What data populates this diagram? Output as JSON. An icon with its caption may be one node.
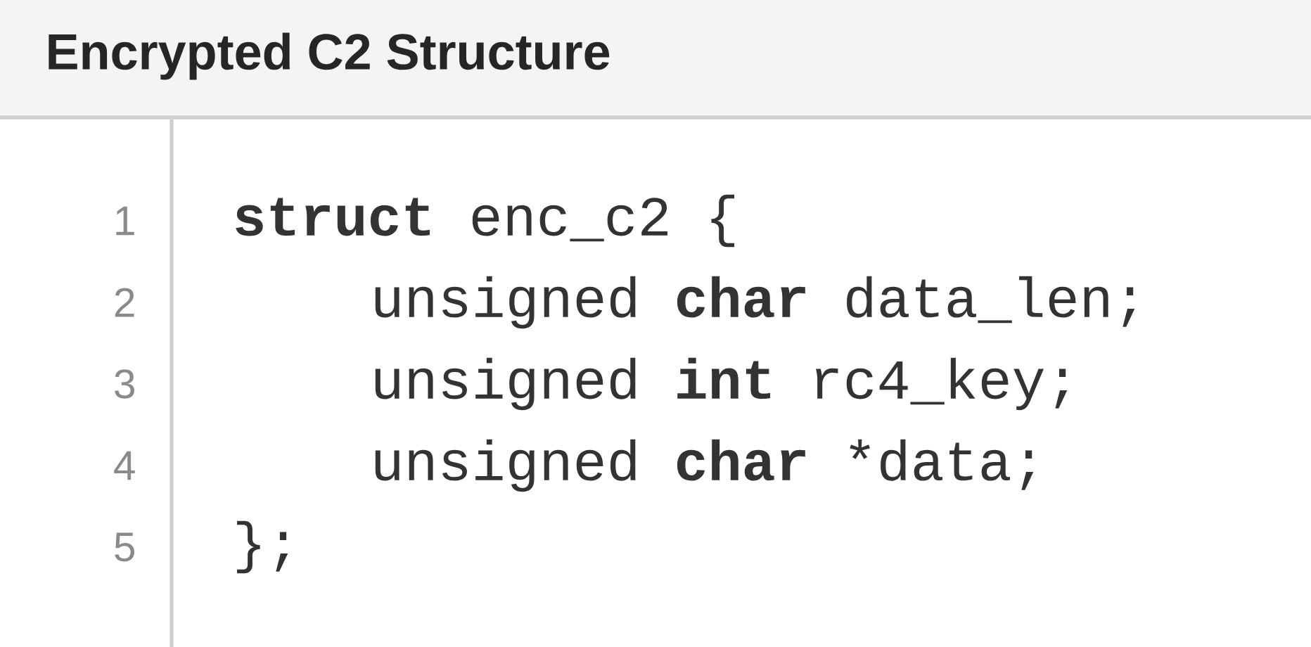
{
  "diagram": {
    "title": "Encrypted C2 Structure",
    "labels": [
      "1",
      "**struct** enc_c2 {",
      "2",
      "unsigned **char** data_len;",
      "3",
      "unsigned **int** rc4_key;",
      "4",
      "unsigned **char** *data;",
      "5",
      "};"
    ]
  }
}
